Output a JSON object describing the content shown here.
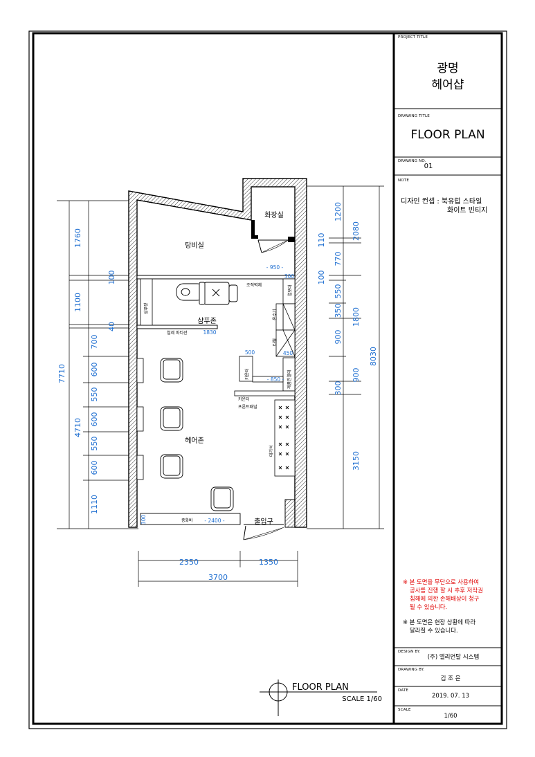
{
  "title_block": {
    "project_title_label": "PROJECT TITLE",
    "project_title_line1": "광명",
    "project_title_line2": "헤어샵",
    "drawing_title_label": "DRAWING TITLE",
    "drawing_title": "FLOOR PLAN",
    "drawing_no_label": "DRAWING NO.",
    "drawing_no": "01",
    "note_label": "NOTE",
    "note_line1": "디자인 컨셉 : 북유럽 스타일",
    "note_line2": "화이트 빈티지",
    "warning_line1": "※ 본 도면을 무단으로 사용하여",
    "warning_line2": "공사를 진행 할 시 추후 저작권",
    "warning_line3": "침해에 의한 손해배상이 청구",
    "warning_line4": "될 수 있습니다.",
    "notice_line1": "※ 본 도면은 현장 상황에 따라",
    "notice_line2": "달라질 수 있습니다.",
    "design_by_label": "DESIGN BY.",
    "design_by": "(주) 엘리먼탈 시스템",
    "drawing_by_label": "DRAWING BY.",
    "drawing_by": "김 조 은",
    "date_label": "DATE",
    "date": "2019. 07. 13",
    "scale_label": "SCALE",
    "scale": "1/60"
  },
  "plan_caption": {
    "title": "FLOOR PLAN",
    "scale": "SCALE 1/60"
  },
  "rooms": {
    "restroom": "화장실",
    "lounge": "탕비실",
    "shampoo_zone": "샴푸존",
    "hair_zone": "헤어존",
    "entrance": "출입구",
    "shampoo_chair": "샴푸장",
    "wash_wall": "조적벽체",
    "steel_partition": "철제 파티션",
    "counter_front": "카운터",
    "counter_front2": "프론트패널",
    "counter": "카운터",
    "waiting": "대기석",
    "display_bar": "중화바",
    "water_heater": "온수기",
    "towel": "타월",
    "product_shelf": "제품진열대",
    "dye_stand": "염모대"
  },
  "dimensions": {
    "left_overall": "7710",
    "left_upper": "1760",
    "left_100": "100",
    "left_1100": "1100",
    "left_40": "40",
    "left_700": "700",
    "left_600a": "600",
    "left_550a": "550",
    "left_4710": "4710",
    "left_600b": "600",
    "left_550b": "550",
    "left_600c": "600",
    "left_1110": "1110",
    "right_overall": "8030",
    "right_1200": "1200",
    "right_2080": "2080",
    "right_110": "110",
    "right_770": "770",
    "right_100": "100",
    "right_550": "550",
    "right_350": "350",
    "right_1800": "1800",
    "right_900a": "900",
    "right_900b": "900",
    "right_300": "300",
    "right_3150": "3150",
    "bottom_2350": "2350",
    "bottom_1350": "1350",
    "bottom_3700": "3700",
    "in_950": "- 950 -",
    "in_300": "300",
    "in_1830": "1830",
    "in_500": "500",
    "in_850": "- 850 -",
    "in_450": "450",
    "in_2400": "- 2400 -",
    "in_300b": "300"
  },
  "colors": {
    "dimension_blue": "#1f6fd1",
    "warning_red": "#e00000",
    "line": "#000000"
  }
}
